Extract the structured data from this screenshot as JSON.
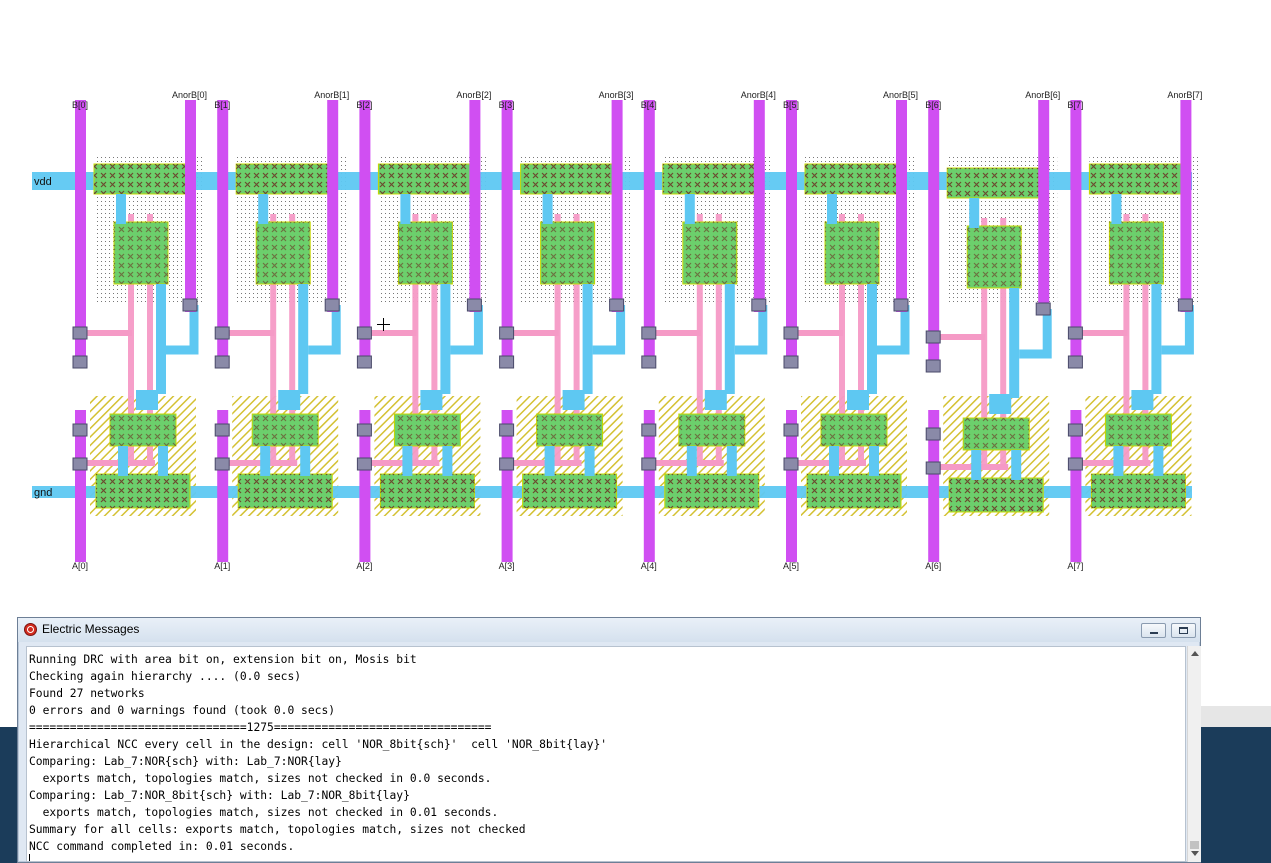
{
  "layout": {
    "rails": [
      {
        "key": "vdd",
        "label": "vdd"
      },
      {
        "key": "gnd",
        "label": "gnd"
      }
    ],
    "cells": [
      {
        "b": "B[0]",
        "out": "AnorB[0]",
        "a": "A[0]"
      },
      {
        "b": "B[1]",
        "out": "AnorB[1]",
        "a": "A[1]"
      },
      {
        "b": "B[2]",
        "out": "AnorB[2]",
        "a": "A[2]"
      },
      {
        "b": "B[3]",
        "out": "AnorB[3]",
        "a": "A[3]"
      },
      {
        "b": "B[4]",
        "out": "AnorB[4]",
        "a": "A[4]"
      },
      {
        "b": "B[5]",
        "out": "AnorB[5]",
        "a": "A[5]"
      },
      {
        "b": "B[6]",
        "out": "AnorB[6]",
        "a": "A[6]"
      },
      {
        "b": "B[7]",
        "out": "AnorB[7]",
        "a": "A[7]"
      }
    ],
    "colors": {
      "metal1": "#5ec8f2",
      "metal2": "#d04ff2",
      "poly": "#f59ac6",
      "active": "#6ccf6c",
      "contact": "#8a8aa8",
      "well_dots": "#666666",
      "select_hatch": "#c9b200"
    }
  },
  "messages_window": {
    "title": "Electric Messages",
    "icon": "electric-app-icon",
    "lines": [
      "Running DRC with area bit on, extension bit on, Mosis bit",
      "Checking again hierarchy .... (0.0 secs)",
      "Found 27 networks",
      "0 errors and 0 warnings found (took 0.0 secs)",
      "================================1275================================",
      "Hierarchical NCC every cell in the design: cell 'NOR_8bit{sch}'  cell 'NOR_8bit{lay}'",
      "Comparing: Lab_7:NOR{sch} with: Lab_7:NOR{lay}",
      "  exports match, topologies match, sizes not checked in 0.0 seconds.",
      "Comparing: Lab_7:NOR_8bit{sch} with: Lab_7:NOR_8bit{lay}",
      "  exports match, topologies match, sizes not checked in 0.01 seconds.",
      "Summary for all cells: exports match, topologies match, sizes not checked",
      "NCC command completed in: 0.01 seconds."
    ]
  }
}
